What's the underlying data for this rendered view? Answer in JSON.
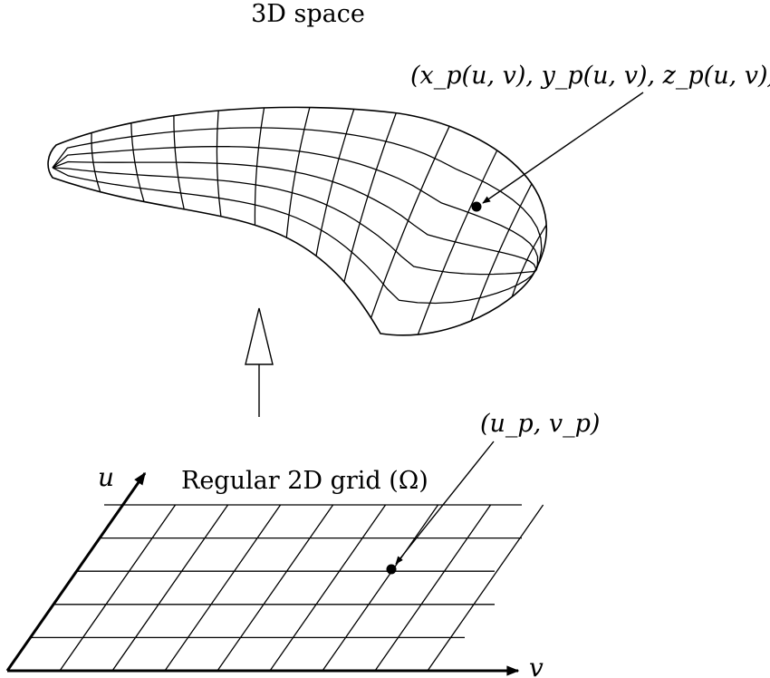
{
  "labels": {
    "space_title": "3D space",
    "surface_point": "(x_p(u, v), y_p(u, v), z_p(u, v))",
    "grid_point": "(u_p, v_p)",
    "grid_title": "Regular 2D grid (Ω)",
    "axis_u": "u",
    "axis_v": "v"
  },
  "colors": {
    "ink": "#000000",
    "background": "#ffffff"
  }
}
